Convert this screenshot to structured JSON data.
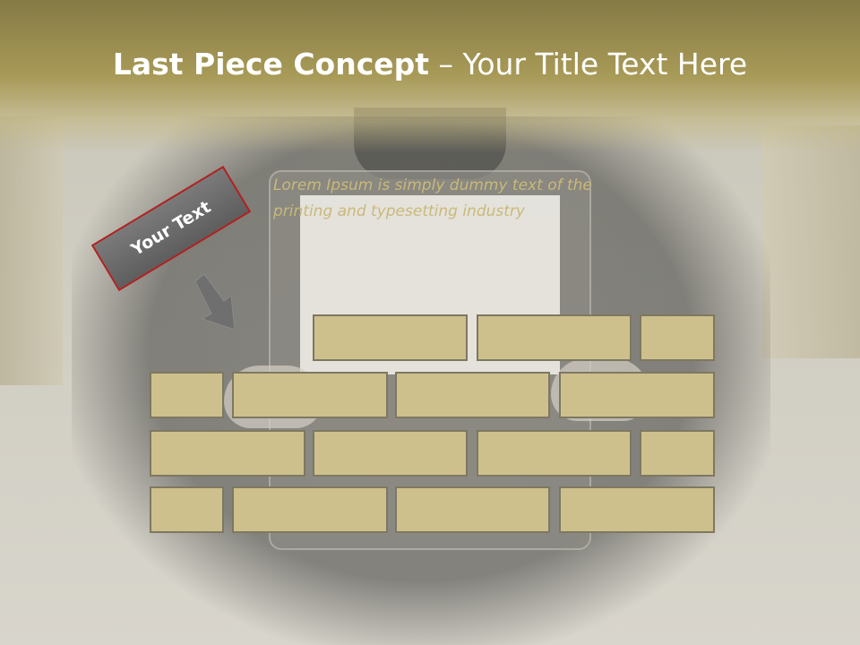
{
  "title": {
    "bold": "Last Piece Concept",
    "rest": " – Your Title Text Here"
  },
  "body_text": "Lorem Ipsum is simply dummy text of the printing and typesetting industry",
  "label": "Your Text",
  "colors": {
    "title_band": "#a89a57",
    "brick_fill": "#cdc08d",
    "brick_border": "#7f7860",
    "label_border": "#b0201f",
    "label_fill": "#6a6a6a",
    "body_text": "#c9b979"
  },
  "icons": [
    "arrow-down-right-icon"
  ]
}
